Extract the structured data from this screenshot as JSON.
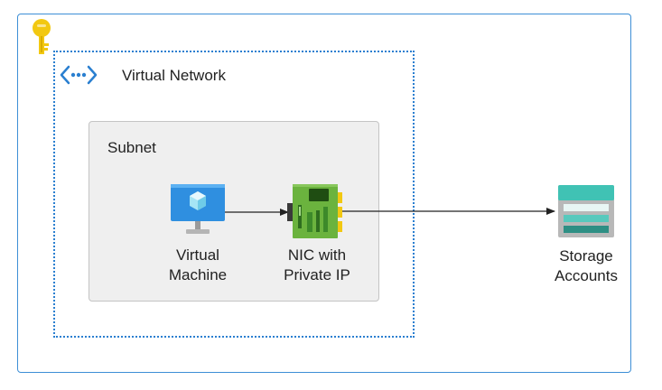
{
  "diagram": {
    "vnet": {
      "label": "Virtual Network"
    },
    "subnet": {
      "label": "Subnet"
    },
    "vm": {
      "line1": "Virtual",
      "line2": "Machine"
    },
    "nic": {
      "line1": "NIC with",
      "line2": "Private IP"
    },
    "storage": {
      "line1": "Storage",
      "line2": "Accounts"
    }
  },
  "colors": {
    "outer_border": "#3d8fd6",
    "vnet_border": "#2a7fd0",
    "subnet_fill": "#efefef",
    "key": "#f2c811",
    "vm_screen": "#2f8fe0",
    "nic_board": "#6bb33e",
    "storage_teal": "#40c2b4"
  }
}
